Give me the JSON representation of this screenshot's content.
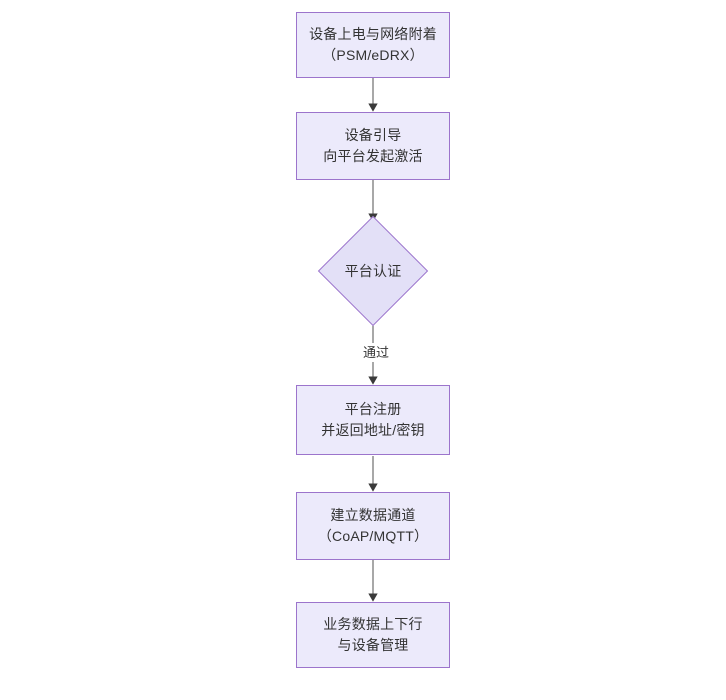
{
  "diagram": {
    "type": "flowchart",
    "orientation": "top-to-bottom",
    "background_color": "#FFFFFF",
    "node_fill_color": "#ECEAFB",
    "node_border_color": "#9C74CC",
    "text_color": "#333333",
    "edge_color": "#4A4A4A",
    "nodes": [
      {
        "id": "n1",
        "shape": "rectangle",
        "line1": "设备上电与网络附着",
        "line2": "（PSM/eDRX）"
      },
      {
        "id": "n2",
        "shape": "rectangle",
        "line1": "设备引导",
        "line2": "向平台发起激活"
      },
      {
        "id": "n3",
        "shape": "diamond",
        "line1": "平台认证",
        "line2": ""
      },
      {
        "id": "n4",
        "shape": "rectangle",
        "line1": "平台注册",
        "line2": "并返回地址/密钥"
      },
      {
        "id": "n5",
        "shape": "rectangle",
        "line1": "建立数据通道",
        "line2": "（CoAP/MQTT）"
      },
      {
        "id": "n6",
        "shape": "rectangle",
        "line1": "业务数据上下行",
        "line2": "与设备管理"
      }
    ],
    "edges": [
      {
        "from": "n1",
        "to": "n2",
        "label": ""
      },
      {
        "from": "n2",
        "to": "n3",
        "label": ""
      },
      {
        "from": "n3",
        "to": "n4",
        "label": "通过"
      },
      {
        "from": "n4",
        "to": "n5",
        "label": ""
      },
      {
        "from": "n5",
        "to": "n6",
        "label": ""
      }
    ]
  }
}
